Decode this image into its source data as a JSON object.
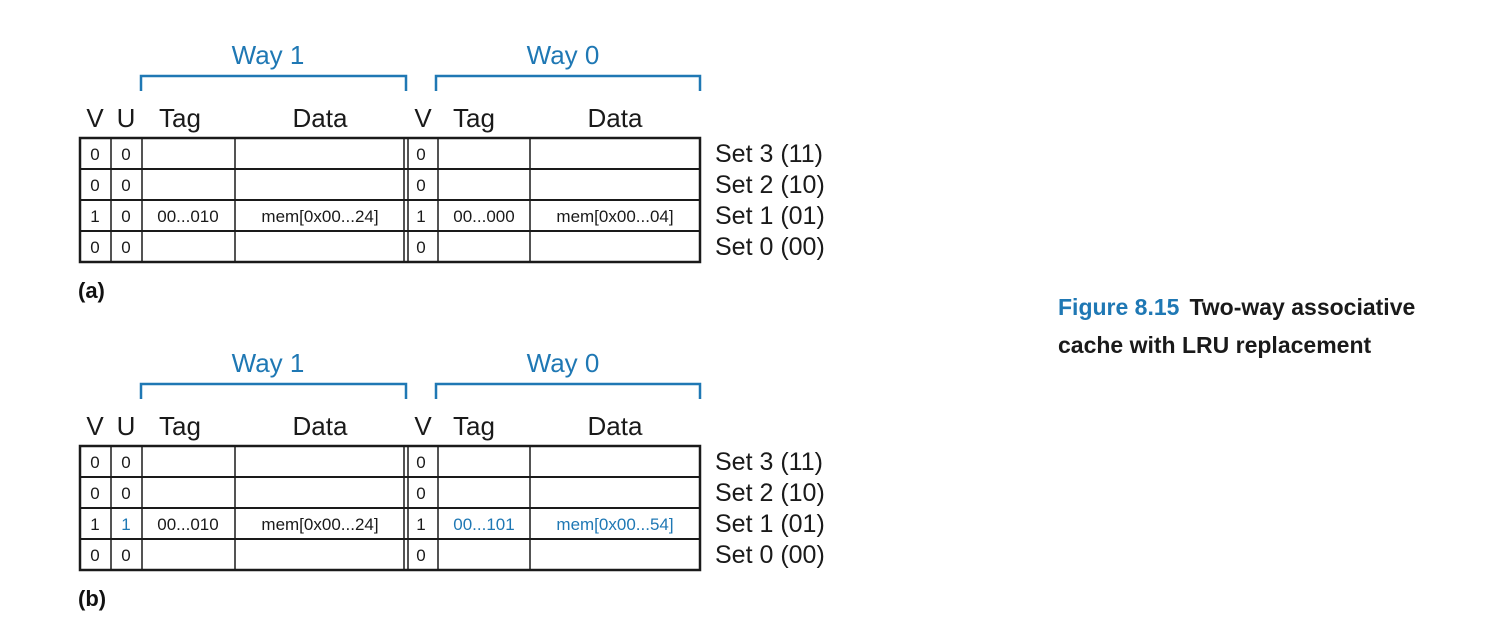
{
  "colors": {
    "accent": "#1f78b4",
    "text": "#1a1a1a"
  },
  "caption": {
    "figure": "Figure 8.15",
    "text": "Two-way associative cache with LRU replacement"
  },
  "panels": [
    {
      "label": "(a)",
      "way_labels": [
        "Way 1",
        "Way 0"
      ],
      "headers": [
        "V",
        "U",
        "Tag",
        "Data",
        "V",
        "Tag",
        "Data"
      ],
      "rows": [
        {
          "cells": [
            "0",
            "0",
            "",
            "",
            "0",
            "",
            ""
          ],
          "highlight": [],
          "set": "Set 3 (11)"
        },
        {
          "cells": [
            "0",
            "0",
            "",
            "",
            "0",
            "",
            ""
          ],
          "highlight": [],
          "set": "Set 2 (10)"
        },
        {
          "cells": [
            "1",
            "0",
            "00...010",
            "mem[0x00...24]",
            "1",
            "00...000",
            "mem[0x00...04]"
          ],
          "highlight": [],
          "set": "Set 1 (01)"
        },
        {
          "cells": [
            "0",
            "0",
            "",
            "",
            "0",
            "",
            ""
          ],
          "highlight": [],
          "set": "Set 0 (00)"
        }
      ]
    },
    {
      "label": "(b)",
      "way_labels": [
        "Way 1",
        "Way 0"
      ],
      "headers": [
        "V",
        "U",
        "Tag",
        "Data",
        "V",
        "Tag",
        "Data"
      ],
      "rows": [
        {
          "cells": [
            "0",
            "0",
            "",
            "",
            "0",
            "",
            ""
          ],
          "highlight": [],
          "set": "Set 3 (11)"
        },
        {
          "cells": [
            "0",
            "0",
            "",
            "",
            "0",
            "",
            ""
          ],
          "highlight": [],
          "set": "Set 2 (10)"
        },
        {
          "cells": [
            "1",
            "1",
            "00...010",
            "mem[0x00...24]",
            "1",
            "00...101",
            "mem[0x00...54]"
          ],
          "highlight": [
            1,
            5,
            6
          ],
          "set": "Set 1 (01)"
        },
        {
          "cells": [
            "0",
            "0",
            "",
            "",
            "0",
            "",
            ""
          ],
          "highlight": [],
          "set": "Set 0 (00)"
        }
      ]
    }
  ]
}
